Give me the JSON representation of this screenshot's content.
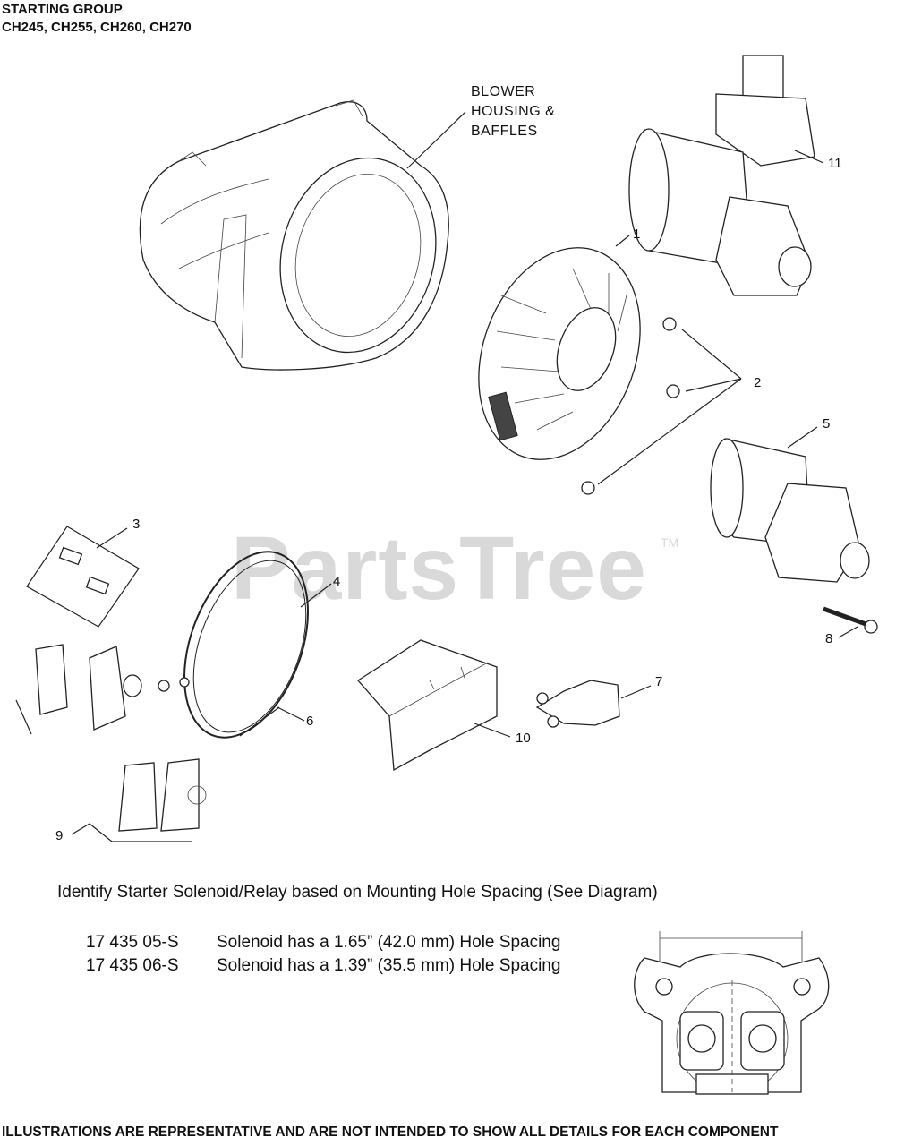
{
  "header": {
    "title": "STARTING GROUP",
    "models": "CH245, CH255, CH260,  CH270"
  },
  "labels": {
    "blower_line1": "BLOWER",
    "blower_line2": "HOUSING &",
    "blower_line3": "BAFFLES"
  },
  "callouts": [
    {
      "id": "1",
      "text": "1"
    },
    {
      "id": "2",
      "text": "2"
    },
    {
      "id": "3",
      "text": "3"
    },
    {
      "id": "4",
      "text": "4"
    },
    {
      "id": "5",
      "text": "5"
    },
    {
      "id": "6",
      "text": "6"
    },
    {
      "id": "7",
      "text": "7"
    },
    {
      "id": "8",
      "text": "8"
    },
    {
      "id": "9",
      "text": "9"
    },
    {
      "id": "10",
      "text": "10"
    },
    {
      "id": "11",
      "text": "11"
    }
  ],
  "watermark": {
    "text": "PartsTree",
    "tm": "TM"
  },
  "note": "Identify Starter Solenoid/Relay based on Mounting Hole Spacing (See Diagram)",
  "parts_list": [
    {
      "part": "17 435 05-S",
      "desc": "Solenoid has a 1.65” (42.0 mm) Hole Spacing"
    },
    {
      "part": "17 435 06-S",
      "desc": "Solenoid has a 1.39” (35.5 mm) Hole Spacing"
    }
  ],
  "footer": "ILLUSTRATIONS ARE REPRESENTATIVE AND ARE NOT INTENDED TO SHOW ALL DETAILS FOR EACH COMPONENT",
  "colors": {
    "ink": "#111111",
    "watermark": "#d9d9d9",
    "background": "#ffffff"
  }
}
